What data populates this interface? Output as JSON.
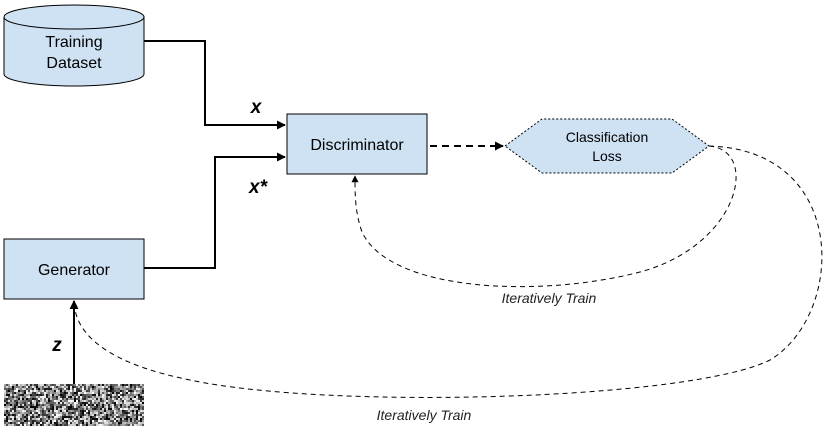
{
  "colors": {
    "node_fill": "#cfe2f3",
    "node_stroke": "#000000",
    "line": "#000000",
    "background": "#ffffff"
  },
  "nodes": {
    "training_dataset": {
      "line1": "Training",
      "line2": "Dataset",
      "shape": "cylinder"
    },
    "discriminator": {
      "label": "Discriminator",
      "shape": "rectangle"
    },
    "generator": {
      "label": "Generator",
      "shape": "rectangle"
    },
    "classification_loss": {
      "line1": "Classification",
      "line2": "Loss",
      "shape": "hexagon"
    },
    "noise": {
      "shape": "noise-image"
    }
  },
  "edges": {
    "real_input_label": "x",
    "fake_input_label": "x*",
    "noise_input_label": "z",
    "discriminator_loop_label": "Iteratively Train",
    "generator_loop_label": "Iteratively Train"
  }
}
